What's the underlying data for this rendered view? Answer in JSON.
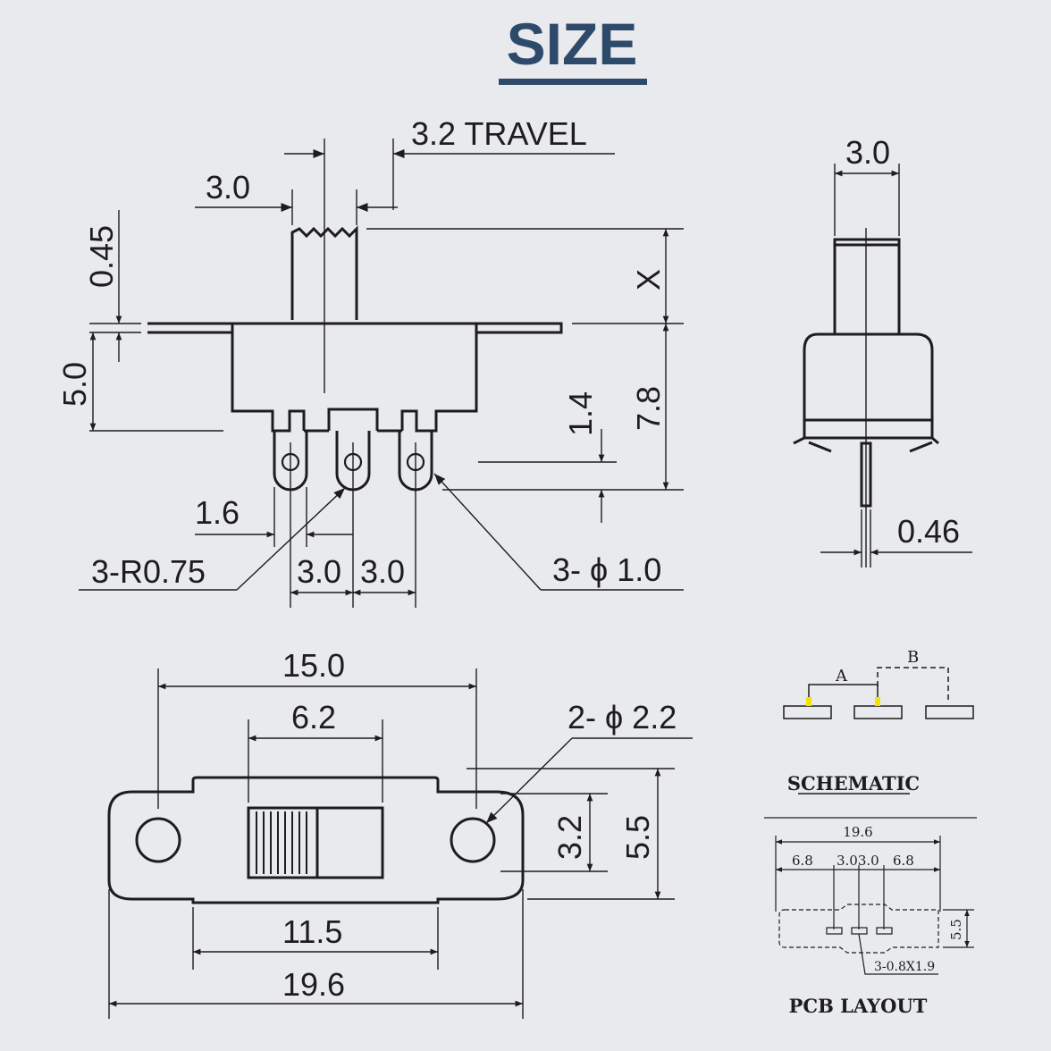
{
  "title": "SIZE",
  "colors": {
    "title": "#2e4a6b",
    "line": "#1d1d1d",
    "background": "#e9eaee",
    "accent": "#f5e200"
  },
  "side_view": {
    "travel": "3.2 TRAVEL",
    "actuator_width": "3.0",
    "actuator_height": "0.45",
    "body_height": "5.0",
    "x": "X",
    "pin_height": "1.4",
    "total_height": "7.8",
    "pin_width": "1.6",
    "radius": "3-R0.75",
    "pitch_1": "3.0",
    "pitch_2": "3.0",
    "hole": "3- ϕ 1.0"
  },
  "end_view": {
    "width": "3.0",
    "pin": "0.46"
  },
  "top_view": {
    "length": "15.0",
    "window": "6.2",
    "mount_hole": "2- ϕ 2.2",
    "inner_height": "3.2",
    "outer_height": "5.5",
    "body_length": "11.5",
    "total_length": "19.6"
  },
  "schematic": {
    "label": "SCHEMATIC",
    "a": "A",
    "b": "B"
  },
  "pcb": {
    "label": "PCB LAYOUT",
    "total": "19.6",
    "seg_left": "6.8",
    "seg_mid": "3.03.0",
    "seg_right": "6.8",
    "height": "5.5",
    "pads": "3-0.8X1.9"
  }
}
